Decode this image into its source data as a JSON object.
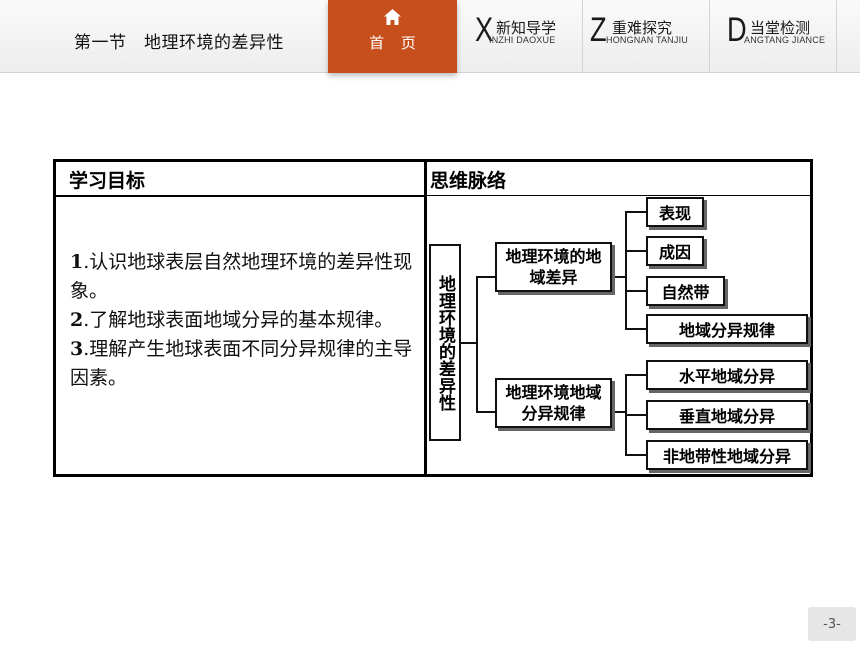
{
  "header": {
    "lesson_title": "第一节　地理环境的差异性",
    "home": {
      "label": "首 页",
      "icon": "home-icon"
    },
    "nav_tabs": [
      {
        "letter": "X",
        "title": "新知导学",
        "pinyin": "INZHI DAOXUE"
      },
      {
        "letter": "Z",
        "title": "重难探究",
        "pinyin": "HONGNAN TANJIU"
      },
      {
        "letter": "D",
        "title": "当堂检测",
        "pinyin": "ANGTANG JIANCE"
      }
    ],
    "accent_color": "#c74f1d"
  },
  "table": {
    "left_header": "学习目标",
    "right_header": "思维脉络",
    "goals": [
      {
        "num": "1",
        "text": ".认识地球表层自然地理环境的差异性现象。"
      },
      {
        "num": "2",
        "text": ".了解地球表面地域分异的基本规律。"
      },
      {
        "num": "3",
        "text": ".理解产生地球表面不同分异规律的主导因素。"
      }
    ],
    "mindmap": {
      "root": "地理环境的差异性",
      "branches": [
        {
          "label": "地理环境的地域差异",
          "leaves": [
            "表现",
            "成因",
            "自然带",
            "地域分异规律"
          ]
        },
        {
          "label": "地理环境地域分异规律",
          "leaves": [
            "水平地域分异",
            "垂直地域分异",
            "非地带性地域分异"
          ]
        }
      ]
    }
  },
  "footer": {
    "page_number": "-3-"
  }
}
